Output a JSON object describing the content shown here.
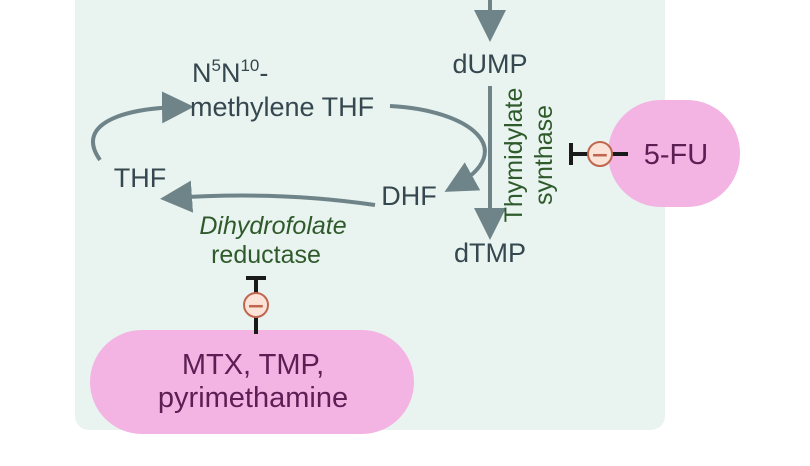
{
  "nodes": {
    "dump": "dUMP",
    "dtmp": "dTMP",
    "dhf": "DHF",
    "thf": "THF",
    "methylene_n5": "N",
    "methylene_sup5": "5",
    "methylene_n10": "N",
    "methylene_sup10": "10",
    "methylene_dash": "-",
    "methylene_line2": "methylene THF"
  },
  "enzymes": {
    "thymidylate_line1": "Thymidylate",
    "thymidylate_line2": "synthase",
    "dhfr_line1": "Dihydrofolate",
    "dhfr_line2": "reductase"
  },
  "drugs": {
    "fu": "5-FU",
    "mtx_line1": "MTX, TMP,",
    "mtx_line2": "pyrimethamine"
  },
  "inhibition_symbol": "−",
  "colors": {
    "panel_bg": "#e9f3ef",
    "arrow": "#6f8489",
    "node_text": "#35474f",
    "enzyme_text": "#2f5a2c",
    "drug_bubble": "#f3b3e3",
    "drug_text": "#5c1f53",
    "inhibitor_circle_fill": "#fbe3d8",
    "inhibitor_circle_stroke": "#c0664f"
  }
}
